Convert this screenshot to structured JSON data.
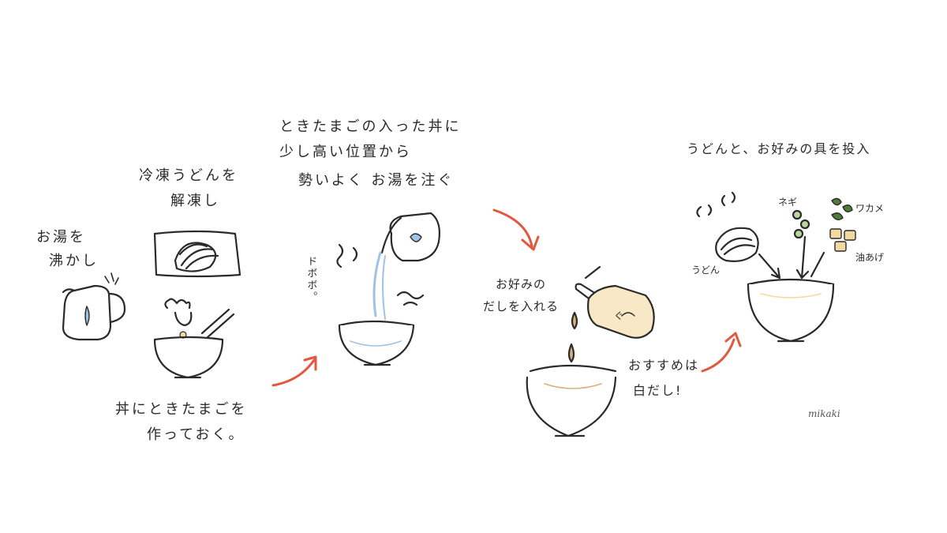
{
  "colors": {
    "ink": "#2a2a2a",
    "arrow": "#e2583f",
    "pastel_blue": "#9fc3e6",
    "pastel_yellow": "#f3d9a0",
    "pastel_green": "#b9d79a",
    "dark_green": "#4f7a3a",
    "tan": "#d9b07a"
  },
  "step1": {
    "line1": "お湯を",
    "line2": "沸かし"
  },
  "step2": {
    "line1": "冷凍うどんを",
    "line2": "解凍し"
  },
  "step3": {
    "line1": "丼にときたまごを",
    "line2": "作っておく。"
  },
  "step4": {
    "line1": "ときたまごの入った丼に",
    "line2": "少し高い位置から",
    "line3": "勢いよく お湯を注ぐ"
  },
  "step4_sfx": "ドボボ。",
  "step5": {
    "line1": "お好みの",
    "line2": "だしを入れる"
  },
  "bottle_label": "ぐ",
  "step5_note": {
    "line1": "おすすめは",
    "line2": "白だし!"
  },
  "step6": {
    "title": "うどんと、お好みの具を投入"
  },
  "ingredients": {
    "udon": "うどん",
    "negi": "ネギ",
    "wakame": "ワカメ",
    "aburaage": "油あげ"
  },
  "signature": "mikaki"
}
